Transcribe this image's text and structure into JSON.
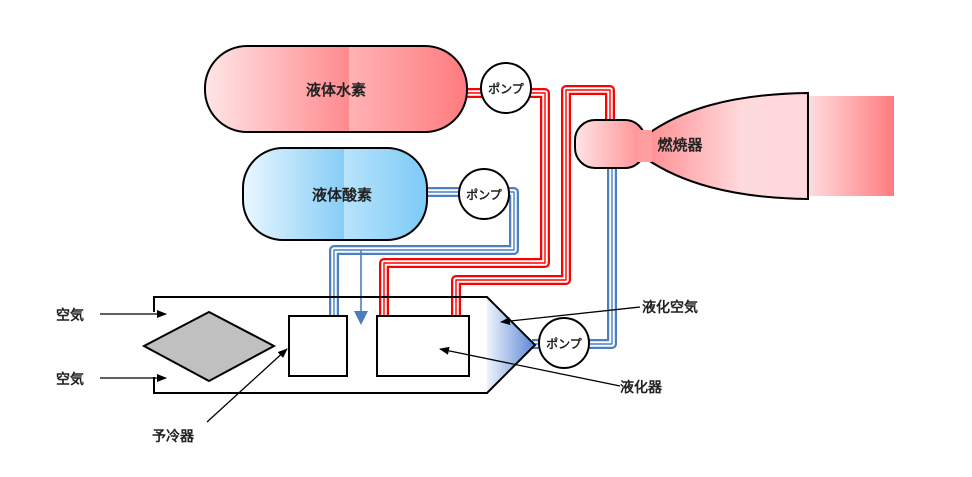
{
  "diagram": {
    "title": "",
    "colors": {
      "hydrogen": "#ff7b7b",
      "hydrogen_light": "#ffe2e4",
      "oxygen": "#7cc9f7",
      "oxygen_light": "#e6f5fe",
      "pipe_red": "#ff0000",
      "pipe_blue": "#4a7fc1",
      "precooler_fill": "#c0c0c0",
      "liquefied_air_fill": "#5b87d6",
      "stroke": "#000000"
    },
    "components": {
      "lh2_tank": "液体水素",
      "lox_tank": "液体酸素",
      "combustor": "燃焼器",
      "pump_h2": "ポンプ",
      "pump_o2": "ポンプ",
      "pump_air": "ポンプ"
    },
    "labels": {
      "air_top": "空気",
      "air_bottom": "空気",
      "precooler": "予冷器",
      "liquefied_air": "液化空気",
      "liquefier": "液化器"
    }
  }
}
